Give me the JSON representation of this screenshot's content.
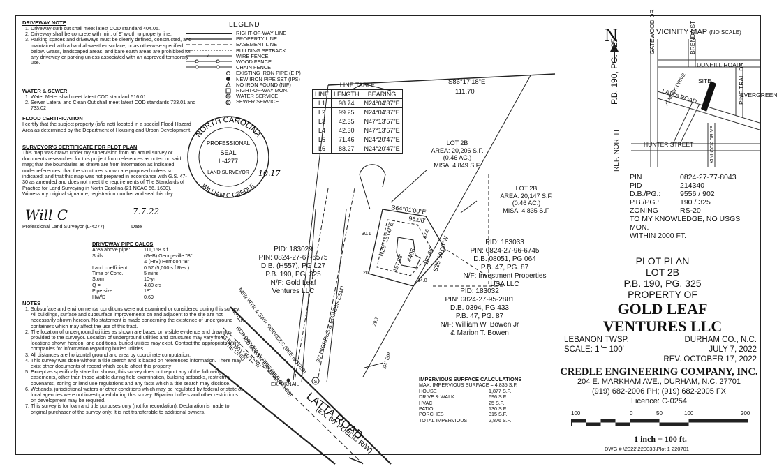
{
  "driveway_note": {
    "title": "DRIVEWAY NOTE",
    "items": [
      "Driveway curb cut shall meet latest COD standard 404.05.",
      "Driveway shall be concrete with min. of 9' width to property line.",
      "Parking spaces and driveways must be clearly defined, constructed, and maintained with a hard all-weather surface, or as otherwise specified below. Grass, landscaped areas, and bare earth areas are prohibited for any driveway or parking unless associated with an approved temporary use."
    ]
  },
  "water_sewer": {
    "title": "WATER & SEWER",
    "items": [
      "Water Meter shall meet latest COD standard 516.01.",
      "Sewer Lateral and Clean Out shall meet latest COD standards 733.01 and 733.02"
    ]
  },
  "flood": {
    "title": "FLOOD CERTIFICATION",
    "text": "I certify that the subject property (is/is not) located in a special Flood Hazard Area as determined by the Department of Housing and Urban Development."
  },
  "surveyor_cert": {
    "title": "SURVEYOR'S CERTIFICATE FOR PLOT PLAN",
    "text": "This map was drawn under my supervision from an actual survey or documents researched for this project from references as noted on said map; that the boundaries as drawn are from information as indicated under references; that the structures shown are proposed unless so indicated; and that this map was not prepared in accordance with G.S. 47-30 as amended and does not meet the requirements of The Standards of Practice for Land Surveying in North Carolina (21 NCAC 56. 1600). Witness my original signature, registration number and seal this day",
    "signature": "Will C",
    "sig_date_hw": "7.7.22",
    "sig_label": "Professional Land Surveyor (L-4277)",
    "date_label": "Date"
  },
  "seal": {
    "top": "NORTH CAROLINA",
    "mid": "PROFESSIONAL",
    "seal_word": "SEAL",
    "number": "L-4277",
    "bottom1": "LAND SURVEYOR",
    "bottom2": "WILLIAM C CREDLE",
    "hw_date": "10.17.22"
  },
  "legend": {
    "title": "LEGEND",
    "items": [
      "RIGHT-OF-WAY LINE",
      "PROPERTY LINE",
      "EASEMENT LINE",
      "BUILDING SETBACK",
      "WIRE FENCE",
      "WOOD FENCE",
      "CHAIN FENCE",
      "EXISTING IRON PIPE (EIP)",
      "NEW IRON PIPE SET (IPS)",
      "NO IRON FOUND (NIF)",
      "RIGHT-OF-WAY MON.",
      "WATER SERVICE",
      "SEWER SERVICE"
    ]
  },
  "line_table": {
    "title": "LINE TABLE",
    "headers": [
      "LINE",
      "LENGTH",
      "BEARING"
    ],
    "rows": [
      [
        "L1",
        "98.74",
        "N24°04'37\"E"
      ],
      [
        "L2",
        "99.25",
        "N24°04'37\"E"
      ],
      [
        "L3",
        "42.35",
        "N47°13'57\"E"
      ],
      [
        "L4",
        "42.30",
        "N47°13'57\"E"
      ],
      [
        "L5",
        "71.46",
        "N24°20'47\"E"
      ],
      [
        "L6",
        "88.27",
        "N24°20'47\"E"
      ]
    ]
  },
  "top_bearing": "S86°17'18\"E",
  "top_distance": "111.70'",
  "lot_2b_top": [
    "LOT 2B",
    "AREA: 20,206 S.F.",
    "(0.46 AC.)",
    "MISA: 4,849 S.F."
  ],
  "lot_2b_right": [
    "LOT 2B",
    "AREA: 20,147 S.F.",
    "(0.46 AC.)",
    "MISA: 4,835 S.F."
  ],
  "pid_183033": [
    "PID: 183033",
    "PIN: 0824-27-96-6745",
    "D.B. 08051, PG 064",
    "P.B. 47, PG. 87",
    "N/F: Investment Properties",
    "USA LLC"
  ],
  "pid_183032": [
    "PID: 183032",
    "PIN: 0824-27-95-2881",
    "D.B. 0394, PG 433",
    "P.B. 47, PG. 87",
    "N/F: William W. Bowen Jr",
    "& Marion T. Bowen"
  ],
  "pid_183029": [
    "PID: 183029",
    "PIN: 0824-27-67-6575",
    "D.B. (H557), PG 127",
    "P.B. 190, PG. 325",
    "N/F: Gold Leaf",
    "Ventures LLC"
  ],
  "plan_labels": {
    "lot_brg": "S64°01'00\"E",
    "lot_dist": "96.98'",
    "side_brg": "N29°15'00\"E",
    "rear_brg": "S25°59'00\"W",
    "house": "#406",
    "d157a": "157.88'",
    "d157b": "157.56'",
    "d30": "30.1",
    "d626": "62.6",
    "d340": "34.0",
    "d297": "29.7",
    "d20": "20'",
    "easement": "30' INGRESS & EGRESS ESMT",
    "services": "NEW WTR & SWR SERVICES (SEE NOTES)",
    "deg40": "40'-18'",
    "rcp": "RCP DRIVEWAY PIPE (SEE CALCS)",
    "sewer": "COD SEWER EASEMENT",
    "tie": "33.51' S01°49'12\"W",
    "tie_line": "(TIE LINE)",
    "eip": "EX. PKNAIL",
    "tree": "3/4\" EIP",
    "street": "LATTA ROAD",
    "street_sub": "(EX. 60' PUBLIC R/W)",
    "pipe_tag": "S"
  },
  "pipe_calcs": {
    "title": "DRIVEWAY PIPE CALCS",
    "rows": [
      [
        "Area above pipe:",
        "111,158 s.f."
      ],
      [
        "Soils:",
        "(GeB) Georgeville \"B\""
      ],
      [
        "",
        "& (HrB) Herndon \"B\""
      ],
      [
        "Land coefficient:",
        "0.57 (5,000 s.f Res.)"
      ],
      [
        "Time of Conc.:",
        "5 mins"
      ],
      [
        "Storm",
        "10-yr"
      ],
      [
        "Q =",
        "4.80 cfs"
      ],
      [
        "Pipe size:",
        "18\""
      ],
      [
        "HW/D",
        "0.69"
      ]
    ]
  },
  "notes": {
    "title": "NOTES",
    "items": [
      "Subsurface and environmental conditions were not examined or considered during this survey. All buildings, surface and subsurface improvements on and adjacent to the site are not necessarily shown hereon. No statement is made concerning the existence of underground containers which may affect the use of this tract.",
      "The location of underground utilities as shown are based on visible evidence and drawings provided to the surveyor. Location of underground utilities and structures may vary from locations shown hereon, and additional buried utilities may exist. Contact the appropriate utility companies for information regarding buried utilities.",
      "All distances are horizontal ground and area by coordinate computation.",
      "This survey was done without a title search and is based on referenced information. There may exist other documents of record which could affect this property",
      "Except as specifically stated or shown, this survey does not report any of the following: easements, other than those visible during field examination, building setbacks, restrictive covenants, zoning or land use regulations and any facts which a title search may disclose.",
      "Wetlands, jurisdictional waters or other conditions which may be regulated by federal or state or local agencies were not investigated during this survey. Riparian buffers and other restrictions on development may be required.",
      "This survey is for loan and title purposes only (not for recordation). Declaration is made to original purchaser of the survey only. It is not transferable to additional owners."
    ]
  },
  "impervious": {
    "title": "IMPERVIOUS SURFACE CALCULATIONS",
    "max": "MAX. IMPERVIOUS SURFACE = 4,835 S.F.",
    "rows": [
      [
        "HOUSE",
        "1,877 S.F."
      ],
      [
        "DRIVE & WALK",
        "696 S.F."
      ],
      [
        "HVAC",
        "25 S.F."
      ],
      [
        "PATIO",
        "130 S.F."
      ],
      [
        "PORCHES",
        "315 S.F."
      ]
    ],
    "total": [
      "TOTAL IMPERVIOUS",
      "2,876 S.F."
    ]
  },
  "vicinity": {
    "title": "VICINITY MAP",
    "sub": "(NO SCALE)",
    "north": "N",
    "side_label": "P.B. 190, PG. 325",
    "ref_label": "REF. NORTH",
    "streets": [
      "GATEWOOD DR",
      "BRENDA ST",
      "DUNHILL ROAD",
      "SITE",
      "LATTA ROAD",
      "PINE TRAIL DR",
      "EVERGREEN",
      "VOMACK DRIVE",
      "HUNTER STREET",
      "KINLOCK DRIVE"
    ]
  },
  "parcel_info": [
    [
      "PIN",
      "0824-27-77-8043"
    ],
    [
      "PID",
      "214340"
    ],
    [
      "D.B./PG.:",
      "9556 / 902"
    ],
    [
      "P.B./PG.:",
      "190 / 325"
    ],
    [
      "ZONING",
      "RS-20"
    ]
  ],
  "knowledge": [
    "TO MY KNOWLEDGE, NO USGS MON.",
    "WITHIN 2000 FT."
  ],
  "title_block": {
    "l1": "PLOT PLAN",
    "l2": "LOT 2B",
    "l3": "P.B. 190, PG. 325",
    "l4": "PROPERTY OF",
    "l5": "GOLD LEAF",
    "l6": "VENTURES LLC",
    "twsp": "LEBANON TWSP.",
    "county": "DURHAM CO., N.C.",
    "scale": "SCALE: 1\"= 100'",
    "date": "JULY 7, 2022",
    "rev": "REV. OCTOBER 17, 2022",
    "company": "CREDLE ENGINEERING COMPANY, INC.",
    "addr": "204 E. MARKHAM AVE., DURHAM, N.C. 27701",
    "phone": "(919) 682-2006 PH; (919) 682-2005 FX",
    "licence": "Licence: C-0254",
    "scale_ticks": [
      "100",
      "0",
      "50",
      "100",
      "200"
    ],
    "scale_text": "1 inch = 100 ft.",
    "dwg": "DWG # \\2022\\220033\\Plot 1 220701"
  }
}
